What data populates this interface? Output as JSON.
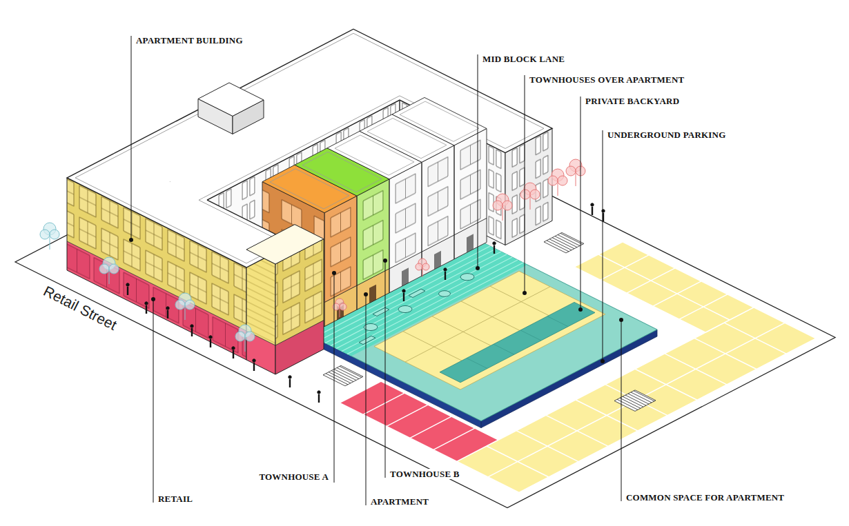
{
  "diagram": {
    "labels": [
      "APARTMENT BUILDING",
      "MID BLOCK LANE",
      "TOWNHOUSES OVER APARTMENT",
      "PRIVATE BACKYARD",
      "UNDERGROUND PARKING",
      "Retail Street",
      "TOWNHOUSE A",
      "TOWNHOUSE B",
      "RETAIL",
      "APARTMENT",
      "COMMON SPACE FOR APARTMENT"
    ]
  }
}
